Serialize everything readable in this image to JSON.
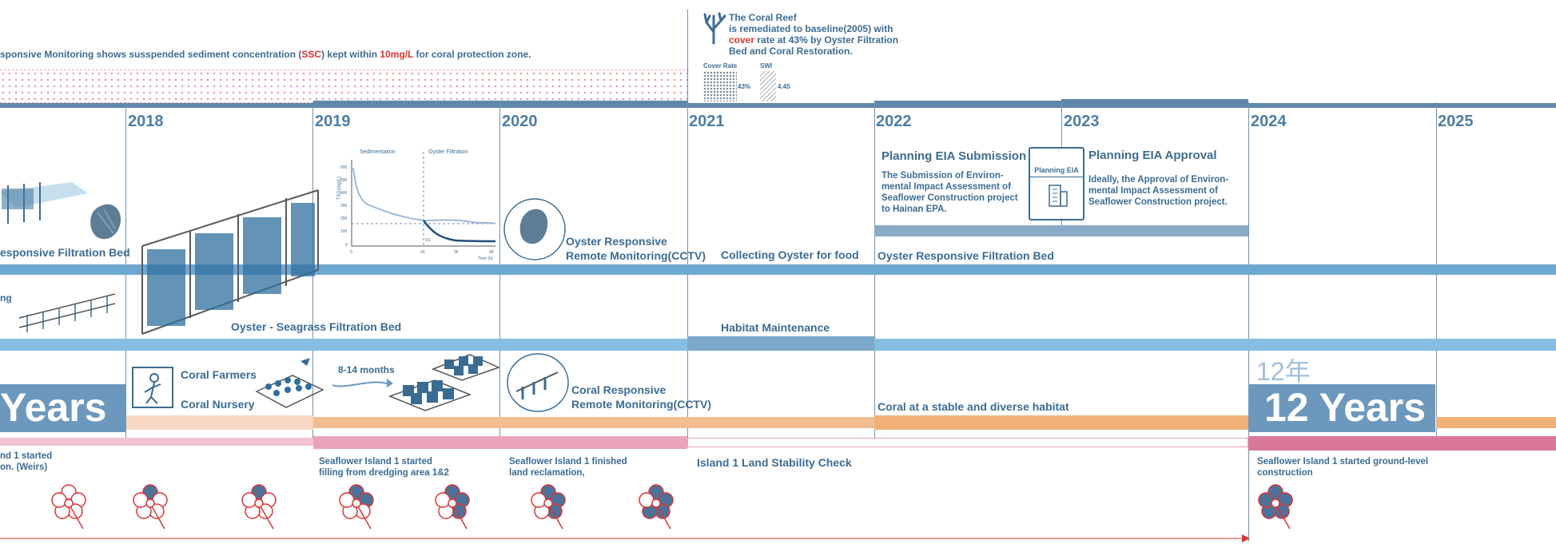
{
  "top_note": {
    "prefix": "sponsive Monitoring shows susspended sediment concentration (",
    "ssc": "SSC",
    "middle": ") kept within ",
    "limit": "10mg/L",
    "suffix": " for coral protection zone."
  },
  "coral_reef_note": {
    "line1": "The Coral Reef",
    "line2": "is remediated to baseline(2005) with",
    "line3_red": "cover",
    "line3_rest": " rate at 43% by Oyster Filtration",
    "line4": "Bed and Coral Restoration.",
    "cover_rate_label": "Cover Rate",
    "cover_rate_value": "43%",
    "swi_label": "SWI",
    "swi_value": "4.45"
  },
  "years": [
    "2018",
    "2019",
    "2020",
    "2021",
    "2022",
    "2023",
    "2024",
    "2025"
  ],
  "mini_chart": {
    "left_title": "Sedimentation",
    "right_title": "Oyster Filtration",
    "ylabel": "TSS(mg/L)",
    "y_ticks": [
      "600",
      "500",
      "400",
      "300",
      "200",
      "100",
      "0"
    ],
    "x_ticks": [
      "0",
      "24",
      "36",
      "48"
    ],
    "xlabel": "Time (h)",
    "marker": "SS"
  },
  "labels": {
    "filtration_bed_left": "esponsive Filtration Bed",
    "ng": "ng",
    "oyster_monitoring_1": "Oyster Responsive",
    "oyster_monitoring_2": "Remote Monitoring(CCTV)",
    "collecting_oyster": "Collecting Oyster for food",
    "filtration_bed_right": "Oyster Responsive Filtration Bed",
    "seagrass_bed": "Oyster - Seagrass Filtration Bed",
    "habitat_maintenance": "Habitat Maintenance",
    "coral_farmers": "Coral Farmers",
    "coral_nursery": "Coral Nursery",
    "months": "8-14 months",
    "coral_monitoring_1": "Coral Responsive",
    "coral_monitoring_2": "Remote Monitoring(CCTV)",
    "coral_stable": "Coral at a stable and diverse habitat",
    "years_left": "Years",
    "years_right": "12 Years",
    "nian": "12年",
    "land_check": "Island 1 Land Stability Check"
  },
  "eia": {
    "submission_title": "Planning EIA Submission",
    "submission_text": [
      "The Submission of Environ-",
      "mental Impact Assessment of",
      "Seaflower Construction project",
      "to Hainan EPA."
    ],
    "icon_label": "Planning EIA",
    "approval_title": "Planning EIA Approval",
    "approval_text": [
      "Ideally, the Approval of Environ-",
      "mental Impact Assessment of",
      "Seaflower Construction project."
    ]
  },
  "island_notes": {
    "left": [
      "nd 1 started",
      "on. (Weirs)"
    ],
    "filling": [
      "Seaflower Island 1 started",
      "filling from dredging area 1&2"
    ],
    "finished": [
      "Seaflower Island 1 finished",
      "land reclamation,"
    ],
    "ground": [
      "Seaflower Island 1 started ground-level",
      "construction"
    ]
  },
  "flower_fills": [
    0.05,
    0.1,
    0.2,
    0.35,
    0.5,
    0.65,
    0.8,
    0.95
  ],
  "colors": {
    "primary_blue": "#3d6c92",
    "band_blue": "#6fa8cf",
    "band_orange": "#f2bd8f",
    "band_pink": "#eaa3bd",
    "accent_red": "#e0342f",
    "years_box": "#6d98bd"
  }
}
